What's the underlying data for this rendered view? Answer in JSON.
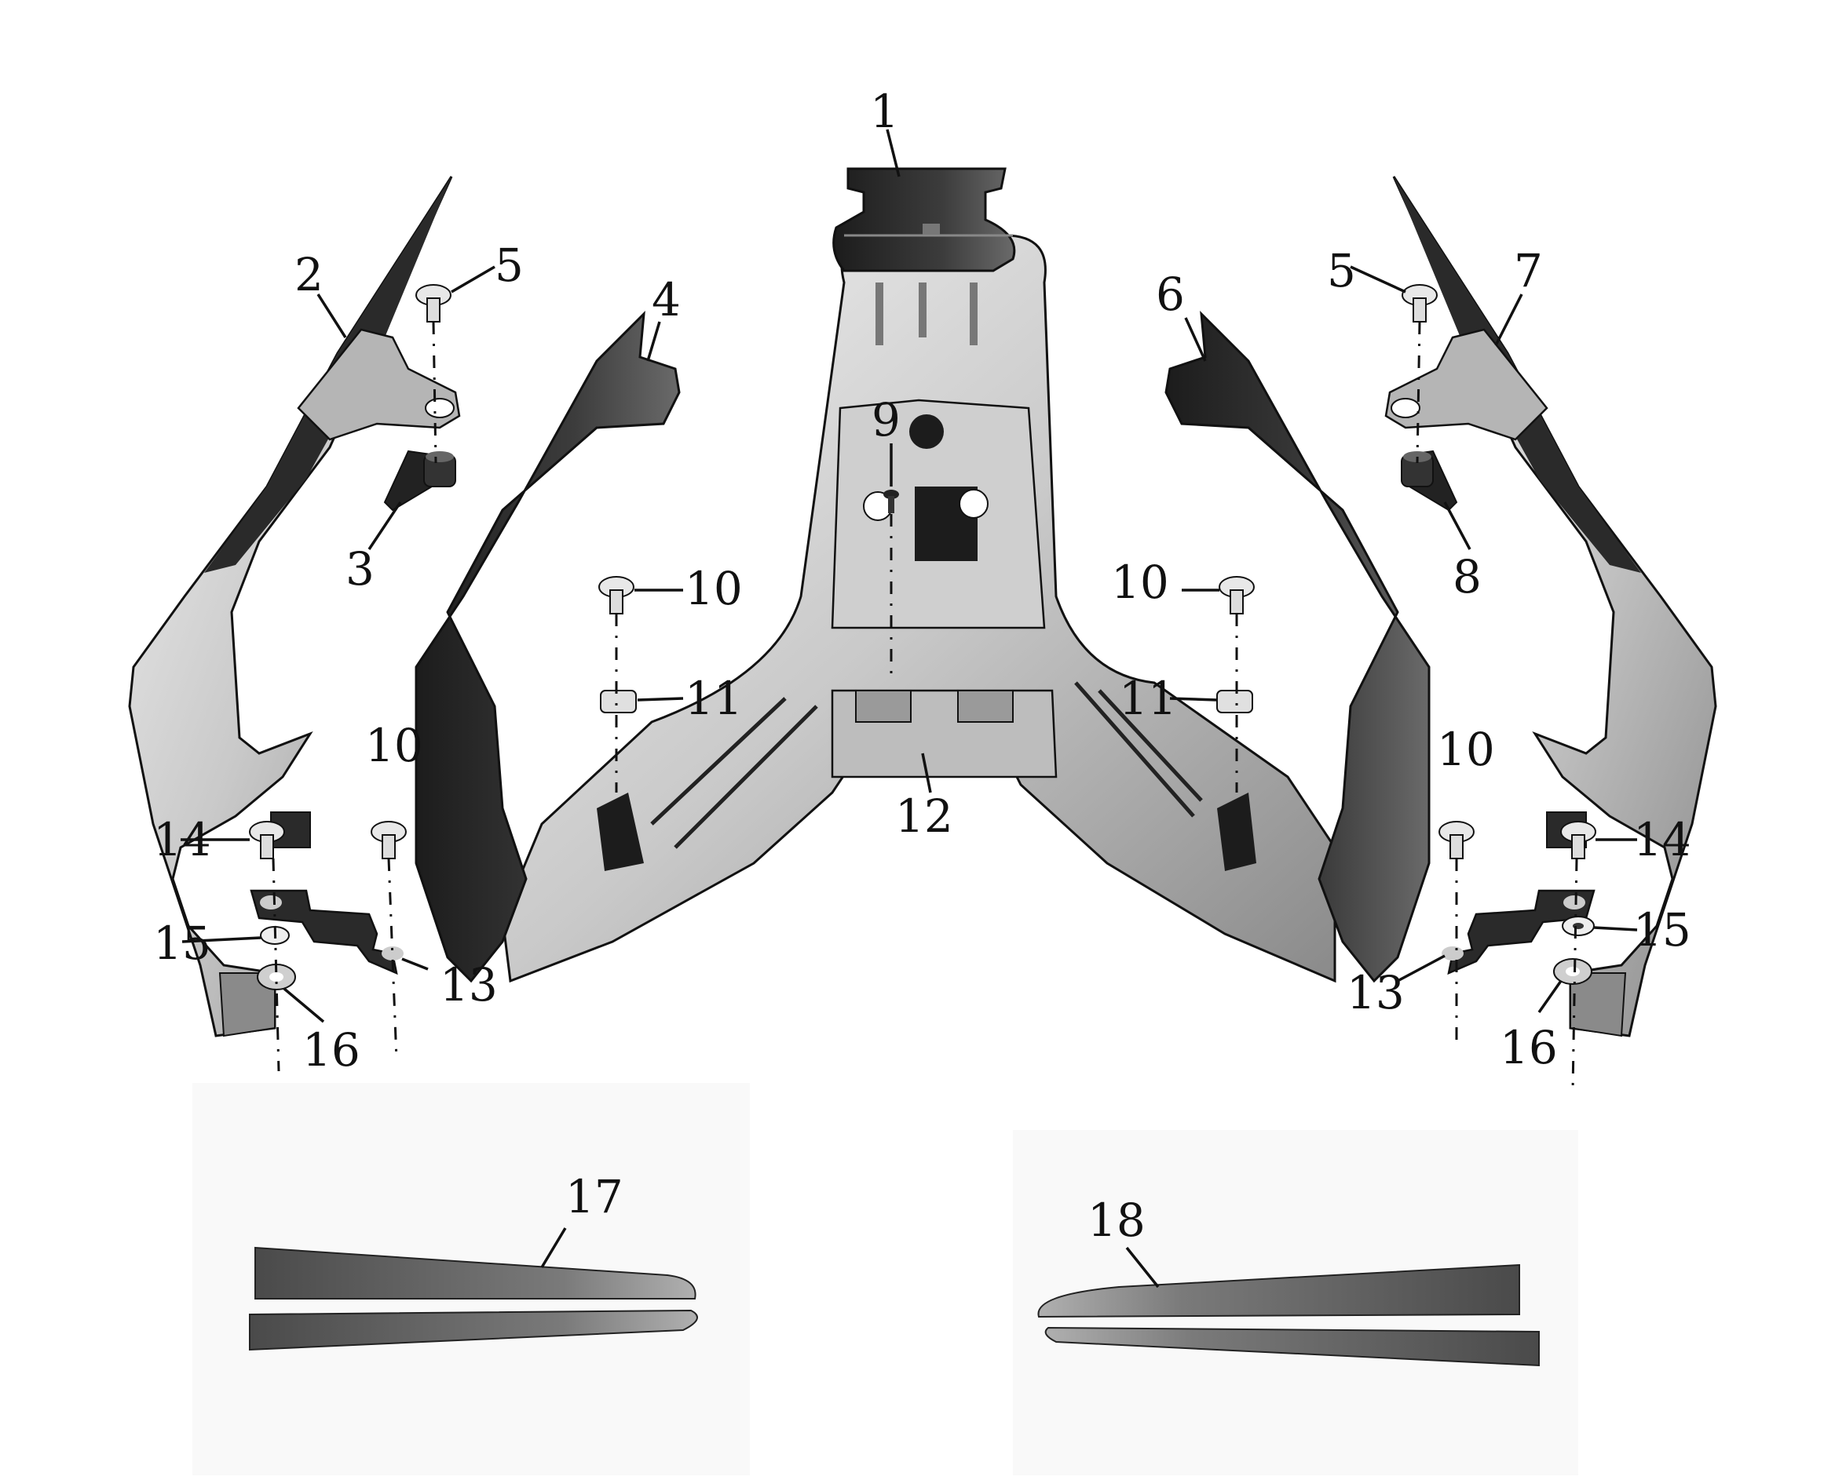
{
  "callouts": [
    {
      "id": "c1",
      "text": "1"
    },
    {
      "id": "c2",
      "text": "2"
    },
    {
      "id": "c3",
      "text": "3"
    },
    {
      "id": "c4",
      "text": "4"
    },
    {
      "id": "c5a",
      "text": "5"
    },
    {
      "id": "c5b",
      "text": "5"
    },
    {
      "id": "c6",
      "text": "6"
    },
    {
      "id": "c7",
      "text": "7"
    },
    {
      "id": "c8",
      "text": "8"
    },
    {
      "id": "c9",
      "text": "9"
    },
    {
      "id": "c10a",
      "text": "10"
    },
    {
      "id": "c10b",
      "text": "10"
    },
    {
      "id": "c10c",
      "text": "10"
    },
    {
      "id": "c10d",
      "text": "10"
    },
    {
      "id": "c11a",
      "text": "11"
    },
    {
      "id": "c11b",
      "text": "11"
    },
    {
      "id": "c12",
      "text": "12"
    },
    {
      "id": "c13a",
      "text": "13"
    },
    {
      "id": "c13b",
      "text": "13"
    },
    {
      "id": "c14a",
      "text": "14"
    },
    {
      "id": "c14b",
      "text": "14"
    },
    {
      "id": "c15a",
      "text": "15"
    },
    {
      "id": "c15b",
      "text": "15"
    },
    {
      "id": "c16a",
      "text": "16"
    },
    {
      "id": "c16b",
      "text": "16"
    },
    {
      "id": "c17",
      "text": "17"
    },
    {
      "id": "c18",
      "text": "18"
    }
  ],
  "colors": {
    "part_light": "#d9d9d9",
    "part_mid": "#a8a8a8",
    "part_dark": "#3a3a3a",
    "part_black": "#1e1e1e",
    "outline": "#111111"
  }
}
